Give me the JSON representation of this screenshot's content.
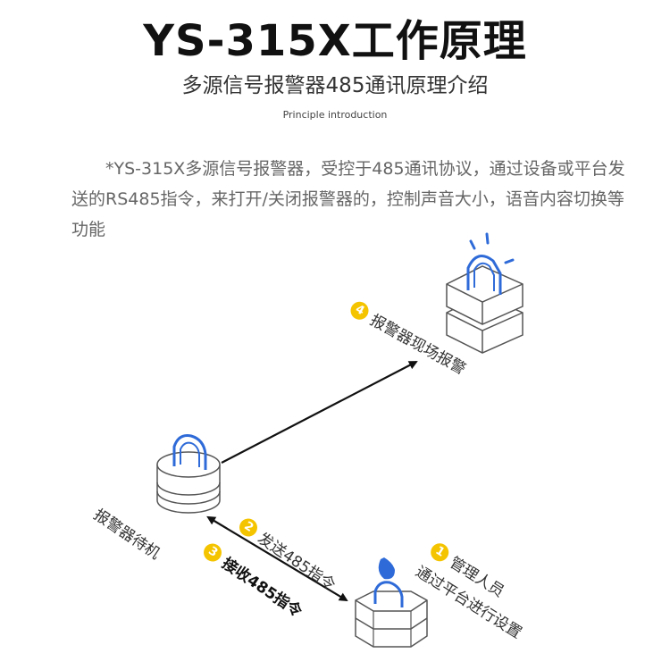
{
  "header": {
    "title": "YS-315X工作原理",
    "subtitle": "多源信号报警器485通讯原理介绍",
    "english_subtitle": "Principle introduction"
  },
  "description": "*YS-315X多源信号报警器，受控于485通讯协议，通过设备或平台发送的RS485指令，来打开/关闭报警器的，控制声音大小，语音内容切换等功能",
  "steps": [
    {
      "number": "1",
      "line1": "管理人员",
      "line2": "通过平台进行设置"
    },
    {
      "number": "2",
      "text": "发送485指令"
    },
    {
      "number": "3",
      "text": "接收485指令"
    },
    {
      "number": "4",
      "text": "报警器现场报警"
    }
  ],
  "standby_label": "报警器待机",
  "colors": {
    "accent_blue": "#2f6bd8",
    "step_badge": "#f5c400",
    "arrow": "#111111",
    "device_outline": "#555555"
  },
  "icons": [
    "alarm-light-icon",
    "alarm-standby-icon",
    "management-platform-icon",
    "arrow-icon"
  ]
}
